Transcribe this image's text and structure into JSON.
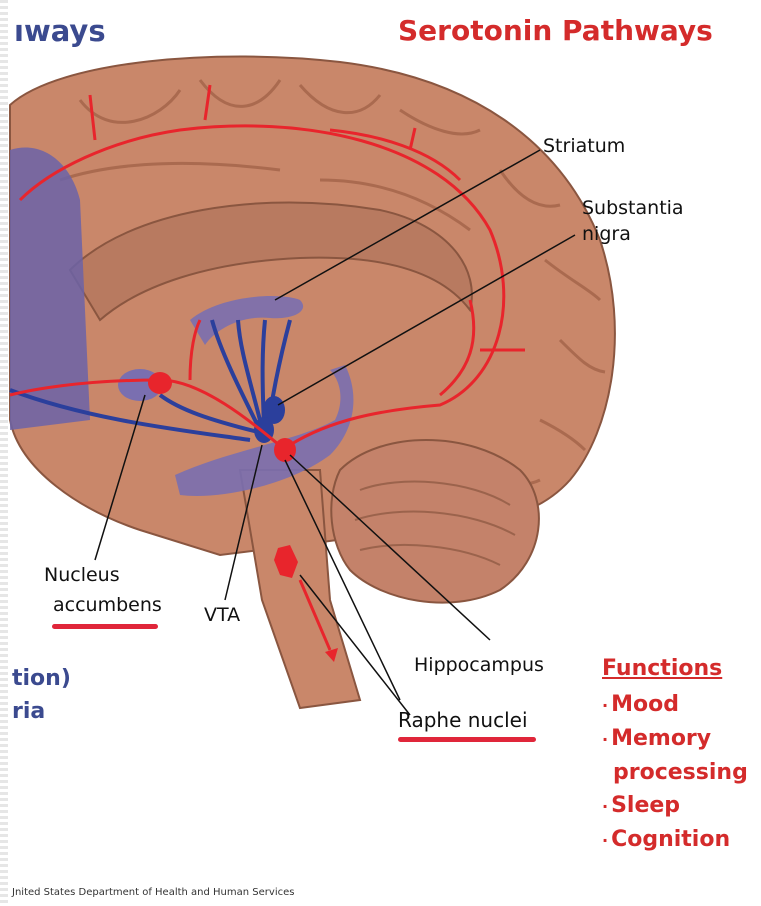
{
  "title_left": "ıways",
  "title_right": "Serotonin Pathways",
  "labels": {
    "striatum": "Striatum",
    "substantia_1": "Substantia",
    "substantia_2": "nigra",
    "nucleus_1": "Nucleus",
    "nucleus_2": "accumbens",
    "vta": "VTA",
    "hippocampus": "Hippocampus",
    "raphe": "Raphe nuclei"
  },
  "left_cut": {
    "line1": "tion)",
    "line2": "ria"
  },
  "functions": {
    "heading": "Functions",
    "items": [
      "Mood",
      "Memory",
      "processing",
      "Sleep",
      "Cognition"
    ]
  },
  "footer": "Jnited States Department of Health and Human Services",
  "colors": {
    "serotonin": "#e8252c",
    "dopamine": "#2b3f9c",
    "brain": "#c9876a",
    "highlight": "#e0263a"
  }
}
